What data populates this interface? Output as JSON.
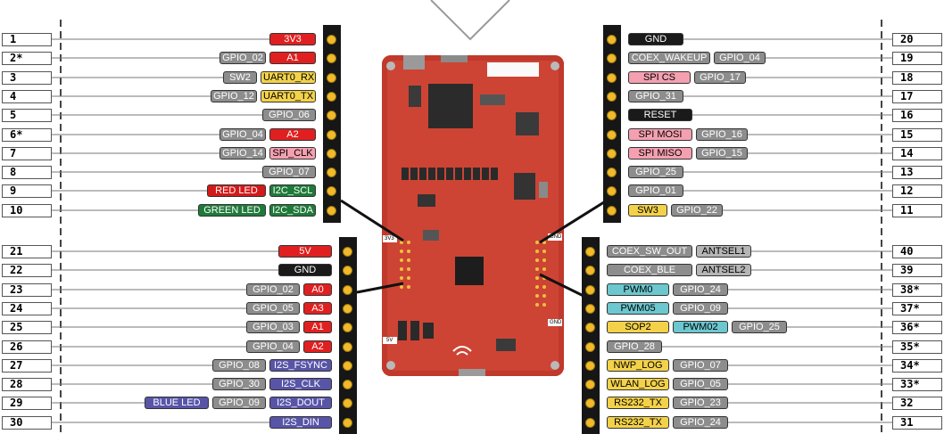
{
  "left_top_rows": [
    {
      "num": "1",
      "labels": [
        {
          "text": "3V3",
          "style": "red",
          "w": 52
        }
      ]
    },
    {
      "num": "2*",
      "labels": [
        {
          "text": "GPIO_02",
          "style": "gpio",
          "w": 52
        },
        {
          "text": "A1",
          "style": "red",
          "w": 52
        }
      ]
    },
    {
      "num": "3",
      "labels": [
        {
          "text": "SW2",
          "style": "gpio",
          "w": 38
        },
        {
          "text": "UART0_RX",
          "style": "yellow",
          "w": 62
        }
      ]
    },
    {
      "num": "4",
      "labels": [
        {
          "text": "GPIO_12",
          "style": "gpio",
          "w": 52
        },
        {
          "text": "UART0_TX",
          "style": "yellow",
          "w": 62
        }
      ]
    },
    {
      "num": "5",
      "labels": [
        {
          "text": "GPIO_06",
          "style": "gpio",
          "w": 60
        }
      ]
    },
    {
      "num": "6*",
      "labels": [
        {
          "text": "GPIO_04",
          "style": "gpio",
          "w": 52
        },
        {
          "text": "A2",
          "style": "red",
          "w": 52
        }
      ]
    },
    {
      "num": "7",
      "labels": [
        {
          "text": "GPIO_14",
          "style": "gpio",
          "w": 52
        },
        {
          "text": "SPI_CLK",
          "style": "pink",
          "w": 52
        }
      ]
    },
    {
      "num": "8",
      "labels": [
        {
          "text": "GPIO_07",
          "style": "gpio",
          "w": 60
        }
      ]
    },
    {
      "num": "9",
      "labels": [
        {
          "text": "RED LED",
          "style": "dred",
          "w": 66
        },
        {
          "text": "I2C_SCL",
          "style": "green",
          "w": 52
        }
      ]
    },
    {
      "num": "10",
      "labels": [
        {
          "text": "GREEN LED",
          "style": "green",
          "w": 76
        },
        {
          "text": "I2C_SDA",
          "style": "green",
          "w": 52
        }
      ]
    }
  ],
  "left_bottom_rows": [
    {
      "num": "21",
      "labels": [
        {
          "text": "5V",
          "style": "red",
          "w": 60
        }
      ]
    },
    {
      "num": "22",
      "labels": [
        {
          "text": "GND",
          "style": "black",
          "w": 60
        }
      ]
    },
    {
      "num": "23",
      "labels": [
        {
          "text": "GPIO_02",
          "style": "gpio",
          "w": 60
        },
        {
          "text": "A0",
          "style": "red",
          "w": 32
        }
      ]
    },
    {
      "num": "24",
      "labels": [
        {
          "text": "GPIO_05",
          "style": "gpio",
          "w": 60
        },
        {
          "text": "A3",
          "style": "red",
          "w": 32
        }
      ]
    },
    {
      "num": "25",
      "labels": [
        {
          "text": "GPIO_03",
          "style": "gpio",
          "w": 60
        },
        {
          "text": "A1",
          "style": "red",
          "w": 32
        }
      ]
    },
    {
      "num": "26",
      "labels": [
        {
          "text": "GPIO_04",
          "style": "gpio",
          "w": 60
        },
        {
          "text": "A2",
          "style": "red",
          "w": 32
        }
      ]
    },
    {
      "num": "27",
      "labels": [
        {
          "text": "GPIO_08",
          "style": "gpio",
          "w": 60
        },
        {
          "text": "I2S_FSYNC",
          "style": "purple",
          "w": 70
        }
      ]
    },
    {
      "num": "28",
      "labels": [
        {
          "text": "GPIO_30",
          "style": "gpio",
          "w": 60
        },
        {
          "text": "I2S_CLK",
          "style": "purple",
          "w": 70
        }
      ]
    },
    {
      "num": "29",
      "labels": [
        {
          "text": "BLUE LED",
          "style": "purple",
          "w": 72
        },
        {
          "text": "GPIO_09",
          "style": "gpio",
          "w": 60
        },
        {
          "text": "I2S_DOUT",
          "style": "purple",
          "w": 70
        }
      ]
    },
    {
      "num": "30",
      "labels": [
        {
          "text": "I2S_DIN",
          "style": "purple",
          "w": 70
        }
      ]
    }
  ],
  "right_top_rows": [
    {
      "num": "20",
      "labels": [
        {
          "text": "GND",
          "style": "black",
          "w": 62
        }
      ]
    },
    {
      "num": "19",
      "labels": [
        {
          "text": "COEX_WAKEUP",
          "style": "gpio",
          "w": 92
        },
        {
          "text": "GPIO_04",
          "style": "gpio",
          "w": 58
        }
      ]
    },
    {
      "num": "18",
      "labels": [
        {
          "text": "SPI CS",
          "style": "pink",
          "w": 70
        },
        {
          "text": "GPIO_17",
          "style": "gpio",
          "w": 58
        }
      ]
    },
    {
      "num": "17",
      "labels": [
        {
          "text": "GPIO_31",
          "style": "gpio",
          "w": 62
        }
      ]
    },
    {
      "num": "16",
      "labels": [
        {
          "text": "RESET",
          "style": "black",
          "w": 72
        }
      ]
    },
    {
      "num": "15",
      "labels": [
        {
          "text": "SPI MOSI",
          "style": "pink",
          "w": 72
        },
        {
          "text": "GPIO_16",
          "style": "gpio",
          "w": 58
        }
      ]
    },
    {
      "num": "14",
      "labels": [
        {
          "text": "SPI MISO",
          "style": "pink",
          "w": 72
        },
        {
          "text": "GPIO_15",
          "style": "gpio",
          "w": 58
        }
      ]
    },
    {
      "num": "13",
      "labels": [
        {
          "text": "GPIO_25",
          "style": "gpio",
          "w": 62
        }
      ]
    },
    {
      "num": "12",
      "labels": [
        {
          "text": "GPIO_01",
          "style": "gpio",
          "w": 62
        }
      ]
    },
    {
      "num": "11",
      "labels": [
        {
          "text": "SW3",
          "style": "yellow",
          "w": 44
        },
        {
          "text": "GPIO_22",
          "style": "gpio",
          "w": 58
        }
      ]
    }
  ],
  "right_bottom_rows": [
    {
      "num": "40",
      "labels": [
        {
          "text": "COEX_SW_OUT",
          "style": "gpio",
          "w": 96
        },
        {
          "text": "ANTSEL1",
          "style": "lgray",
          "w": 62
        }
      ]
    },
    {
      "num": "39",
      "labels": [
        {
          "text": "COEX_BLE",
          "style": "gpio",
          "w": 96
        },
        {
          "text": "ANTSEL2",
          "style": "lgray",
          "w": 62
        }
      ]
    },
    {
      "num": "38*",
      "labels": [
        {
          "text": "PWM0",
          "style": "cyan",
          "w": 70
        },
        {
          "text": "GPIO_24",
          "style": "gpio",
          "w": 62
        }
      ]
    },
    {
      "num": "37*",
      "labels": [
        {
          "text": "PWM05",
          "style": "cyan",
          "w": 70
        },
        {
          "text": "GPIO_09",
          "style": "gpio",
          "w": 62
        }
      ]
    },
    {
      "num": "36*",
      "labels": [
        {
          "text": "SOP2",
          "style": "yellow",
          "w": 70
        },
        {
          "text": "PWM02",
          "style": "cyan",
          "w": 62
        },
        {
          "text": "GPIO_25",
          "style": "gpio",
          "w": 62
        }
      ]
    },
    {
      "num": "35*",
      "labels": [
        {
          "text": "GPIO_28",
          "style": "gpio",
          "w": 62
        }
      ]
    },
    {
      "num": "34*",
      "labels": [
        {
          "text": "NWP_LOG",
          "style": "yellow",
          "w": 70
        },
        {
          "text": "GPIO_07",
          "style": "gpio",
          "w": 62
        }
      ]
    },
    {
      "num": "33*",
      "labels": [
        {
          "text": "WLAN_LOG",
          "style": "yellow",
          "w": 70
        },
        {
          "text": "GPIO_05",
          "style": "gpio",
          "w": 62
        }
      ]
    },
    {
      "num": "32",
      "labels": [
        {
          "text": "RS232_TX",
          "style": "yellow",
          "w": 70
        },
        {
          "text": "GPIO_23",
          "style": "gpio",
          "w": 62
        }
      ]
    },
    {
      "num": "31",
      "labels": [
        {
          "text": "RS232_TX",
          "style": "yellow",
          "w": 70
        },
        {
          "text": "GPIO_24",
          "style": "gpio",
          "w": 62
        }
      ]
    }
  ],
  "board_silk": {
    "gnd_top": "GND",
    "gnd_bottom": "GND",
    "v3": "3V3",
    "v5": "5V"
  }
}
